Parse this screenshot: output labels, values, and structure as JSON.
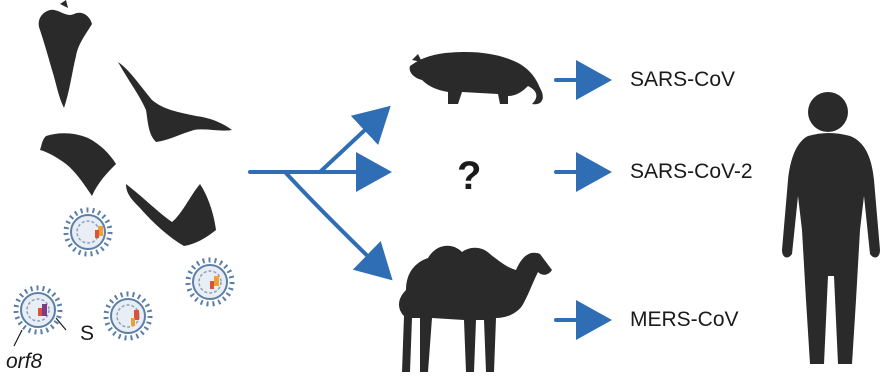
{
  "colors": {
    "arrow": "#2f6eb5",
    "silhouette": "#2a2a2a",
    "virus_ring": "#5b7fa8",
    "virus_core": "#e9eef4",
    "gene_red": "#d9533a",
    "gene_orange": "#f0a030",
    "gene_purple": "#7b3a8c"
  },
  "icons": {
    "bats": "bat-silhouette-icon",
    "civet": "civet-silhouette-icon",
    "camel": "camel-silhouette-icon",
    "human": "human-silhouette-icon",
    "virus": "coronavirus-particle-icon"
  },
  "hosts": {
    "unknown": "?"
  },
  "viruses": {
    "sars": "SARS-CoV",
    "sars2": "SARS-CoV-2",
    "mers": "MERS-CoV"
  },
  "gene_labels": {
    "s": "S",
    "orf8": "orf8"
  }
}
